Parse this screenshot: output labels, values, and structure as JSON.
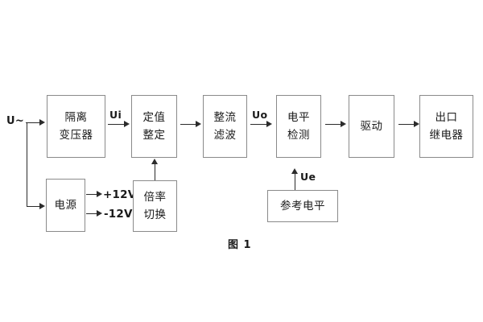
{
  "figure": {
    "caption": "图 1",
    "colors": {
      "background": "#ffffff",
      "box_border": "#8a8a8a",
      "connector": "#2b2b2b",
      "text": "#1a1a1a"
    }
  },
  "blocks": {
    "isolation_transformer": {
      "line1": "隔离",
      "line2": "变压器"
    },
    "setting_adjust": {
      "line1": "定值",
      "line2": "整定"
    },
    "rectify_filter": {
      "line1": "整流",
      "line2": "滤波"
    },
    "level_detect": {
      "line1": "电平",
      "line2": "检测"
    },
    "drive": {
      "line1": "驱动"
    },
    "output_relay": {
      "line1": "出口",
      "line2": "继电器"
    },
    "power_supply": {
      "line1": "电源"
    },
    "multiplier_switch": {
      "line1": "倍率",
      "line2": "切换"
    },
    "reference_level": {
      "line1": "参考电平"
    }
  },
  "signals": {
    "input_ac": "U~",
    "ui": "Ui",
    "uo": "Uo",
    "ue": "Ue",
    "rail_positive": "+12V",
    "rail_negative": "-12V"
  }
}
